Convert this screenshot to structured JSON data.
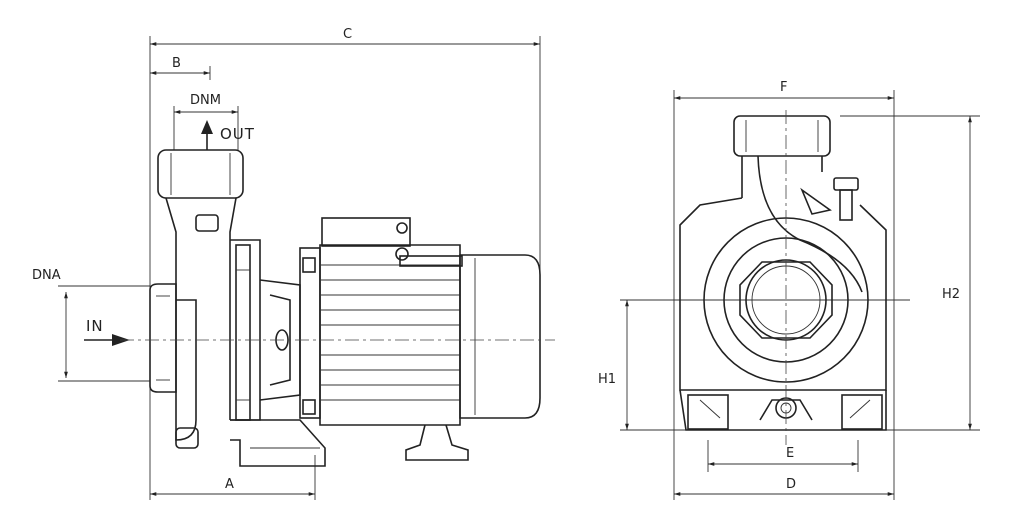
{
  "labels": {
    "c": "C",
    "b": "B",
    "dnm": "DNM",
    "out": "OUT",
    "dna": "DNA",
    "in": "IN",
    "a": "A",
    "f": "F",
    "h2": "H2",
    "h1": "H1",
    "e": "E",
    "d": "D"
  }
}
